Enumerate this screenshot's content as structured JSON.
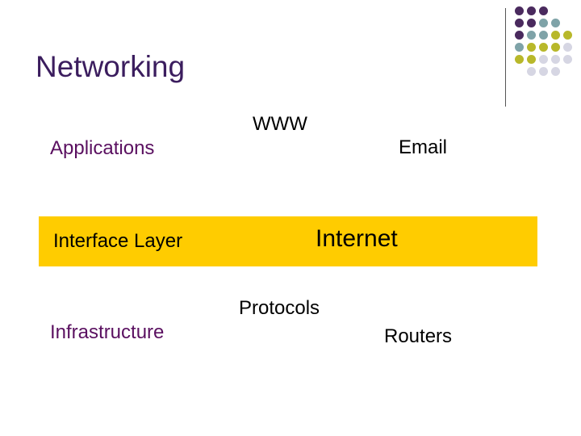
{
  "slide": {
    "title": "Networking",
    "labels": {
      "www": "WWW",
      "applications": "Applications",
      "email": "Email",
      "interface_layer": "Interface Layer",
      "internet": "Internet",
      "protocols": "Protocols",
      "infrastructure": "Infrastructure",
      "routers": "Routers"
    }
  },
  "colors": {
    "title": "#3b1d5e",
    "band": "#ffcc00",
    "label_purple": "#5a1060",
    "dot_purple": "#4a2a5e",
    "dot_teal": "#7fa3a8",
    "dot_olive": "#b8b82a",
    "dot_lavender": "#d6d6e3"
  }
}
